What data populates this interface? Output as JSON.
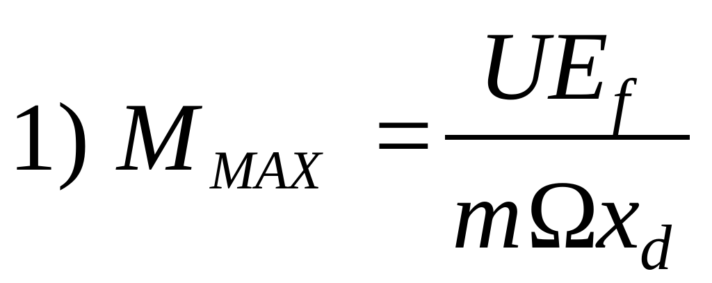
{
  "equation": {
    "label": "1)",
    "lhs": {
      "main": "M",
      "subscript": "MAX"
    },
    "operator": "=",
    "numerator": {
      "main": "UE",
      "subscript": "f"
    },
    "denominator": {
      "m": "m",
      "omega": "Ω",
      "x": "x",
      "subscript": "d"
    }
  }
}
